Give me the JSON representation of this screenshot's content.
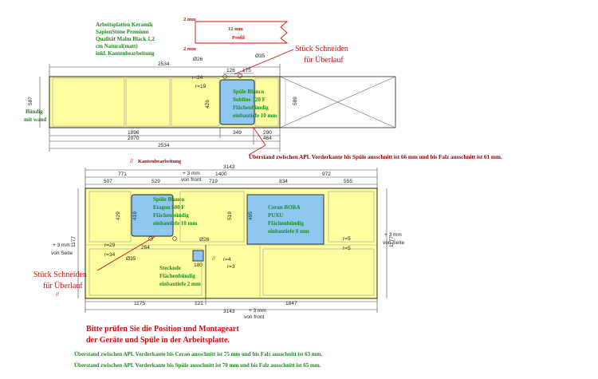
{
  "top": {
    "material": [
      "Arbeitsplatten Keramik",
      "SapienStone Premium",
      "Qualität Malm Black 1,2",
      "cm Natural(matt)",
      "inkl. Kantenbearbeitung"
    ],
    "profile_top": "2 mm",
    "profile_bottom": "2 mm",
    "profile_thickness": "12 mm",
    "profile_label": "Profil",
    "cut_note": [
      "Stück Schneiden",
      "für Überlauf"
    ],
    "wall_note": [
      "Bündig",
      "mit wand"
    ],
    "sink_note": [
      "Spüle Blanco",
      "Subline 320 F",
      "Flächenbündig",
      "einbautiefe 10 mm"
    ],
    "dims": {
      "total": "2534",
      "depth_left": "587",
      "depth_right": "589",
      "d26": "Ø26",
      "d35": "Ø35",
      "r24": "r=24",
      "r19": "r=19",
      "c126": "126",
      "c175": "175",
      "c426": "426",
      "b1896": "1896",
      "b349": "349",
      "b290": "290",
      "b2070": "2070",
      "b464": "464",
      "b2534": "2534"
    },
    "overhang": "Überstand zwischen APL Vorderkante bis Spüle ausschnitt ist 66 mm und bis Falz ausschnitt ist 61 mm.",
    "edge_label": "Kantenbearbeitung",
    "edge_mark": "//"
  },
  "bottom": {
    "dims": {
      "total": "3143",
      "t771": "771",
      "t1400": "1400",
      "t972": "972",
      "t507": "507",
      "t529": "529",
      "t719": "719",
      "t834": "834",
      "t555": "555",
      "plus3_front": "+ 3 mm",
      "von_front": "von front",
      "h429": "429",
      "h419": "419",
      "h519": "519",
      "h495": "495",
      "left_depth": "1177",
      "right_depth": "1177",
      "r29": "r=29",
      "r34": "r=34",
      "d35": "Ø35",
      "d26": "Ø26",
      "c264": "264",
      "r5a": "r=5",
      "r5b": "r=5",
      "r4": "r=4",
      "r3": "r=3",
      "c180": "180",
      "b1175": "1175",
      "b121": "121",
      "b1847": "1847",
      "b3143": "3143"
    },
    "plus3_side": "+ 3 mm",
    "von_seite": "von Seite",
    "sink_note": [
      "Spüle Blanco",
      "Etagon 500 F",
      "Flächenbündig",
      "einbautiefe 10 mm"
    ],
    "cooktop_note": [
      "Ceran BORA",
      "PUXU",
      "Flächenbündig",
      "einbautiefe 8 mm"
    ],
    "socket_note": [
      "Steckode",
      "Flächenbündig",
      "einbautiefe 2 mm"
    ],
    "cut_note": [
      "Stück Schneiden",
      "für Überlauf"
    ],
    "check_note": [
      "Bitte prüfen Sie die Position und Montageart",
      "der Geräte und Spüle in der Arbeitsplatte."
    ],
    "overhang1": "Überstand zwischen APL Vorderkante bis Ceran ausschnitt ist 75 mm und bis Falz ausschnitt ist 63 mm.",
    "overhang2": "Überstand zwischen APL Vorderkante bis Spüle ausschnitt ist 70 mm und bis Falz ausschnitt ist 65 mm.",
    "edge_mark": "//"
  },
  "colors": {
    "slab": "#ffffa0",
    "cutout": "#8ec8f0",
    "note_green": "#1c8a1c",
    "note_red": "#cc1111",
    "note_dark_red": "#8b0000"
  }
}
